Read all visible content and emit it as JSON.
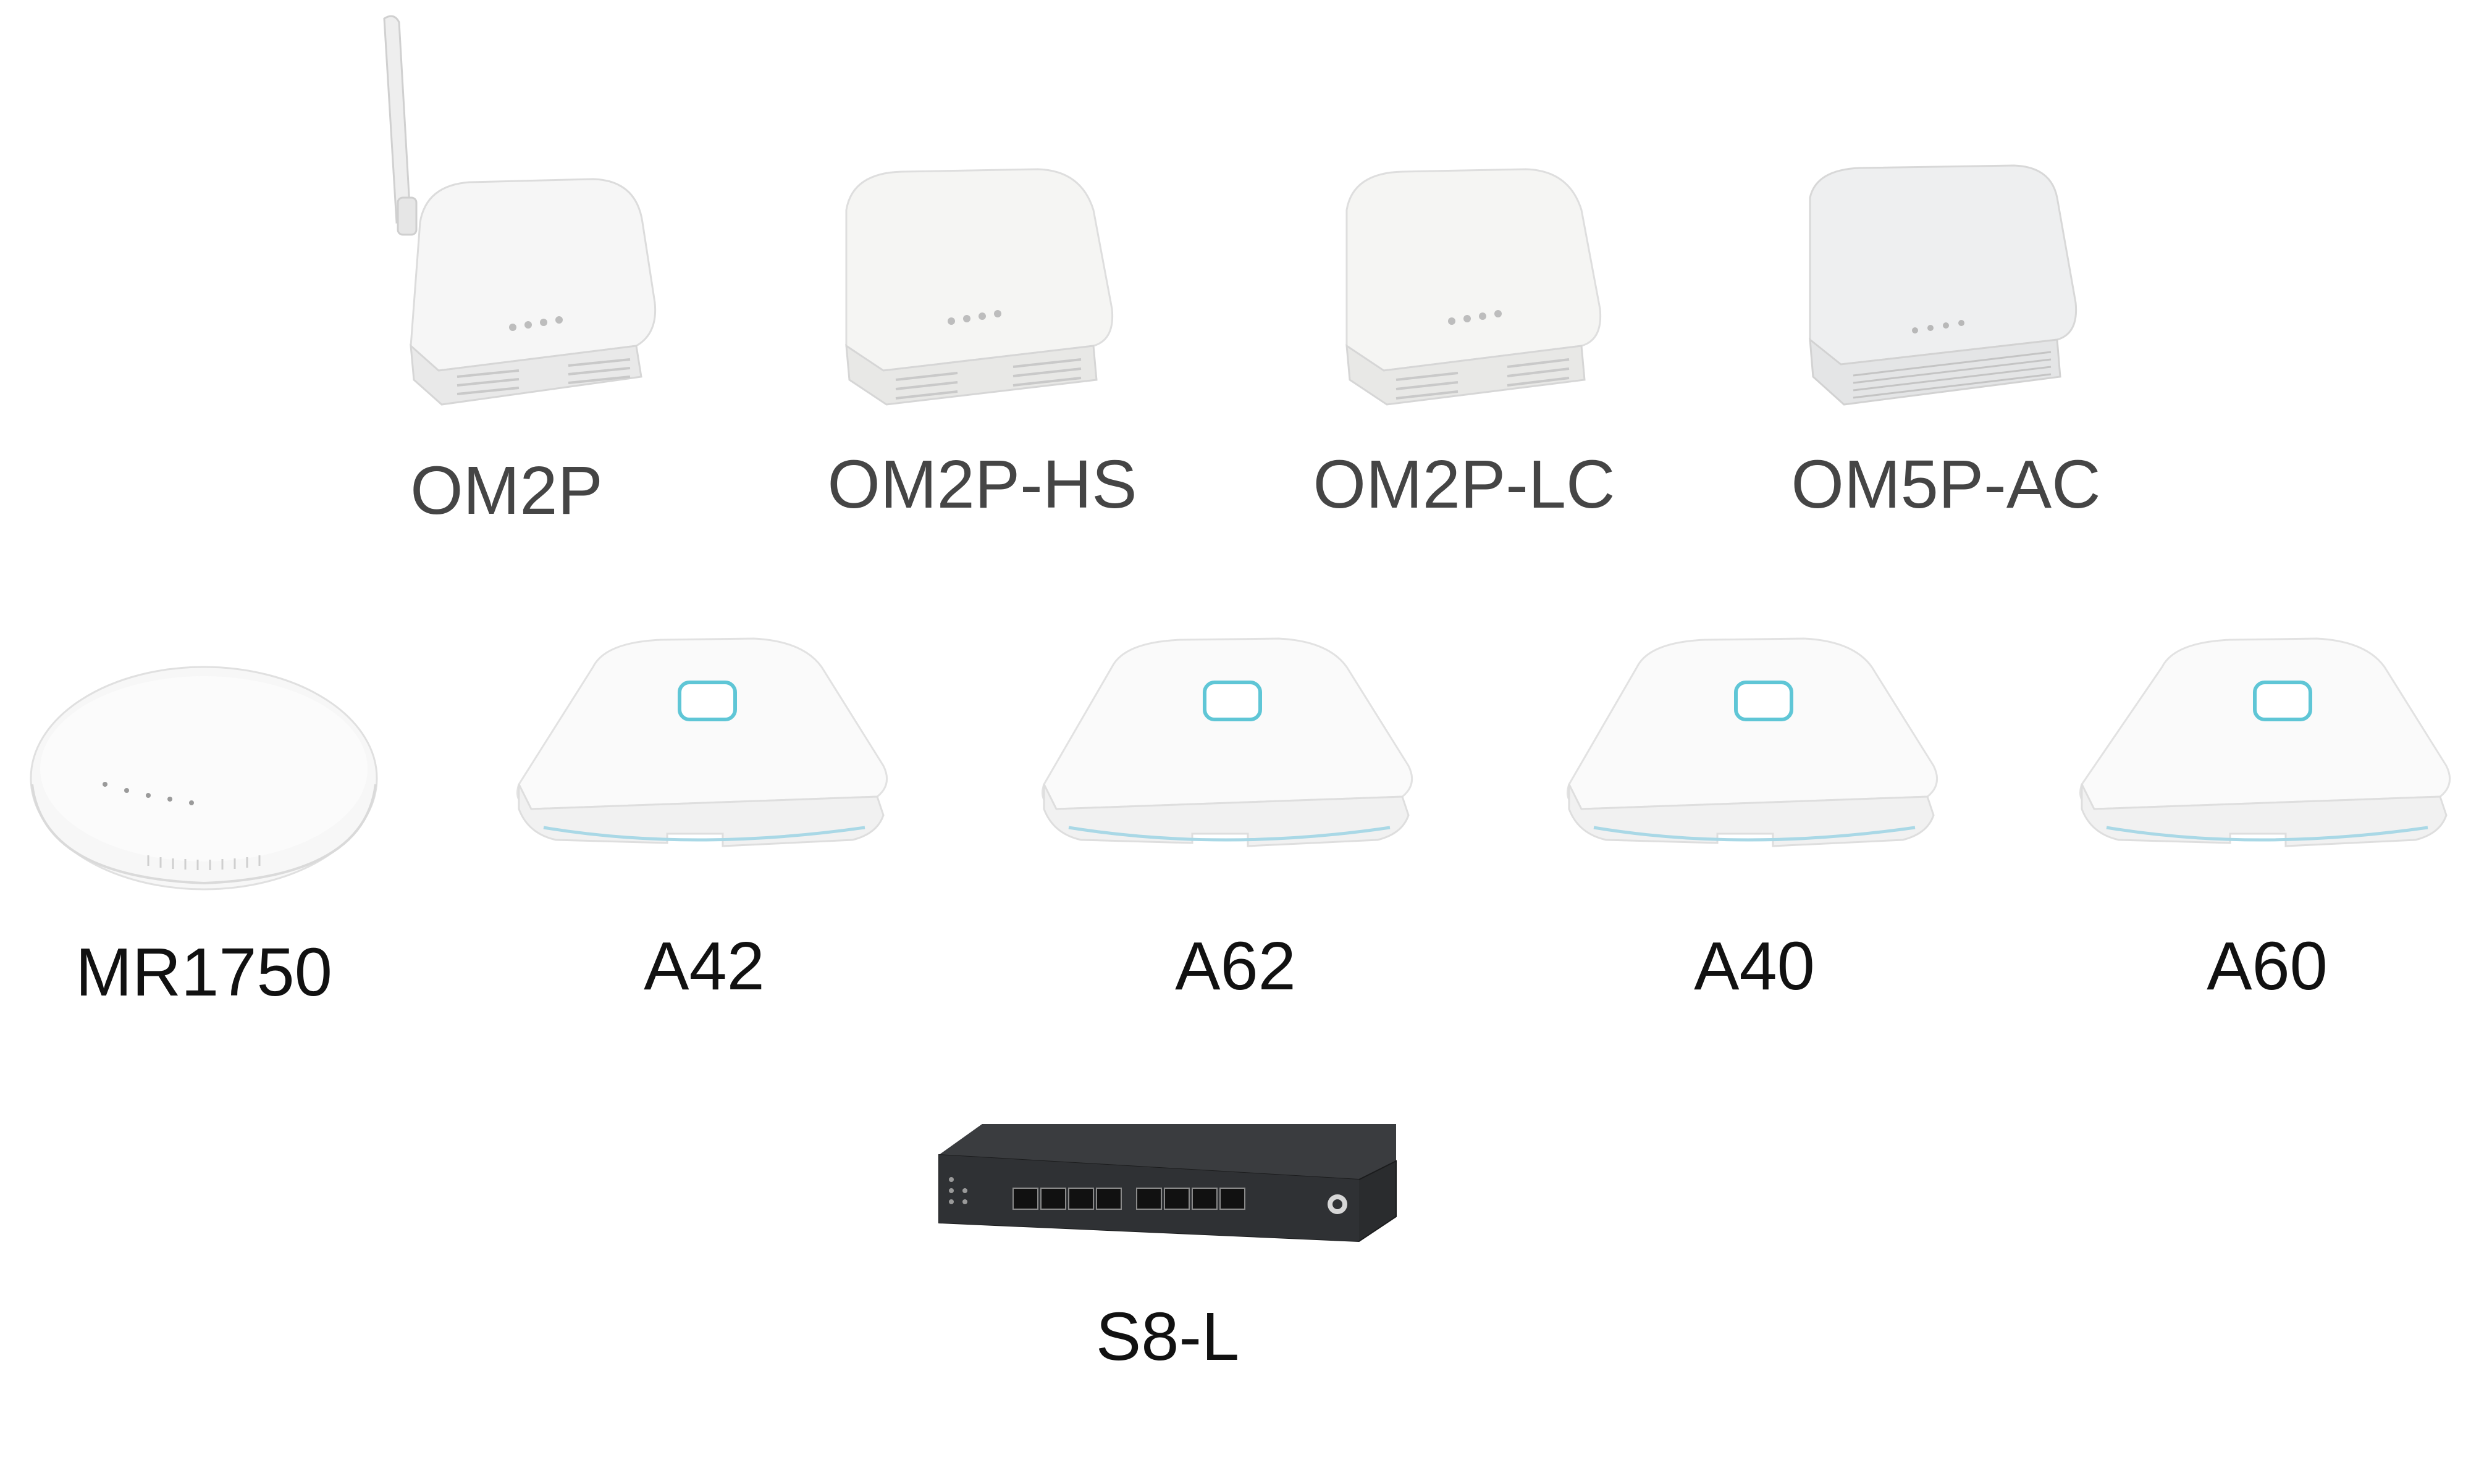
{
  "products": {
    "om2p": {
      "label": "OM2P",
      "icon": "router-with-antenna"
    },
    "om2p_hs": {
      "label": "OM2P-HS",
      "icon": "compact-router"
    },
    "om2p_lc": {
      "label": "OM2P-LC",
      "icon": "compact-router"
    },
    "om5p_ac": {
      "label": "OM5P-AC",
      "icon": "compact-router"
    },
    "mr1750": {
      "label": "MR1750",
      "icon": "round-ceiling-access-point"
    },
    "a42": {
      "label": "A42",
      "icon": "square-ceiling-access-point"
    },
    "a62": {
      "label": "A62",
      "icon": "square-ceiling-access-point"
    },
    "a40": {
      "label": "A40",
      "icon": "square-ceiling-access-point"
    },
    "a60": {
      "label": "A60",
      "icon": "square-ceiling-access-point"
    },
    "s8_l": {
      "label": "S8-L",
      "icon": "network-switch"
    }
  },
  "colors": {
    "row1_label": "#454545",
    "row2_label": "#111111",
    "device_white": "#f4f4f4",
    "accent_led": "#5fc6d6",
    "switch_body": "#2a2c2e"
  }
}
